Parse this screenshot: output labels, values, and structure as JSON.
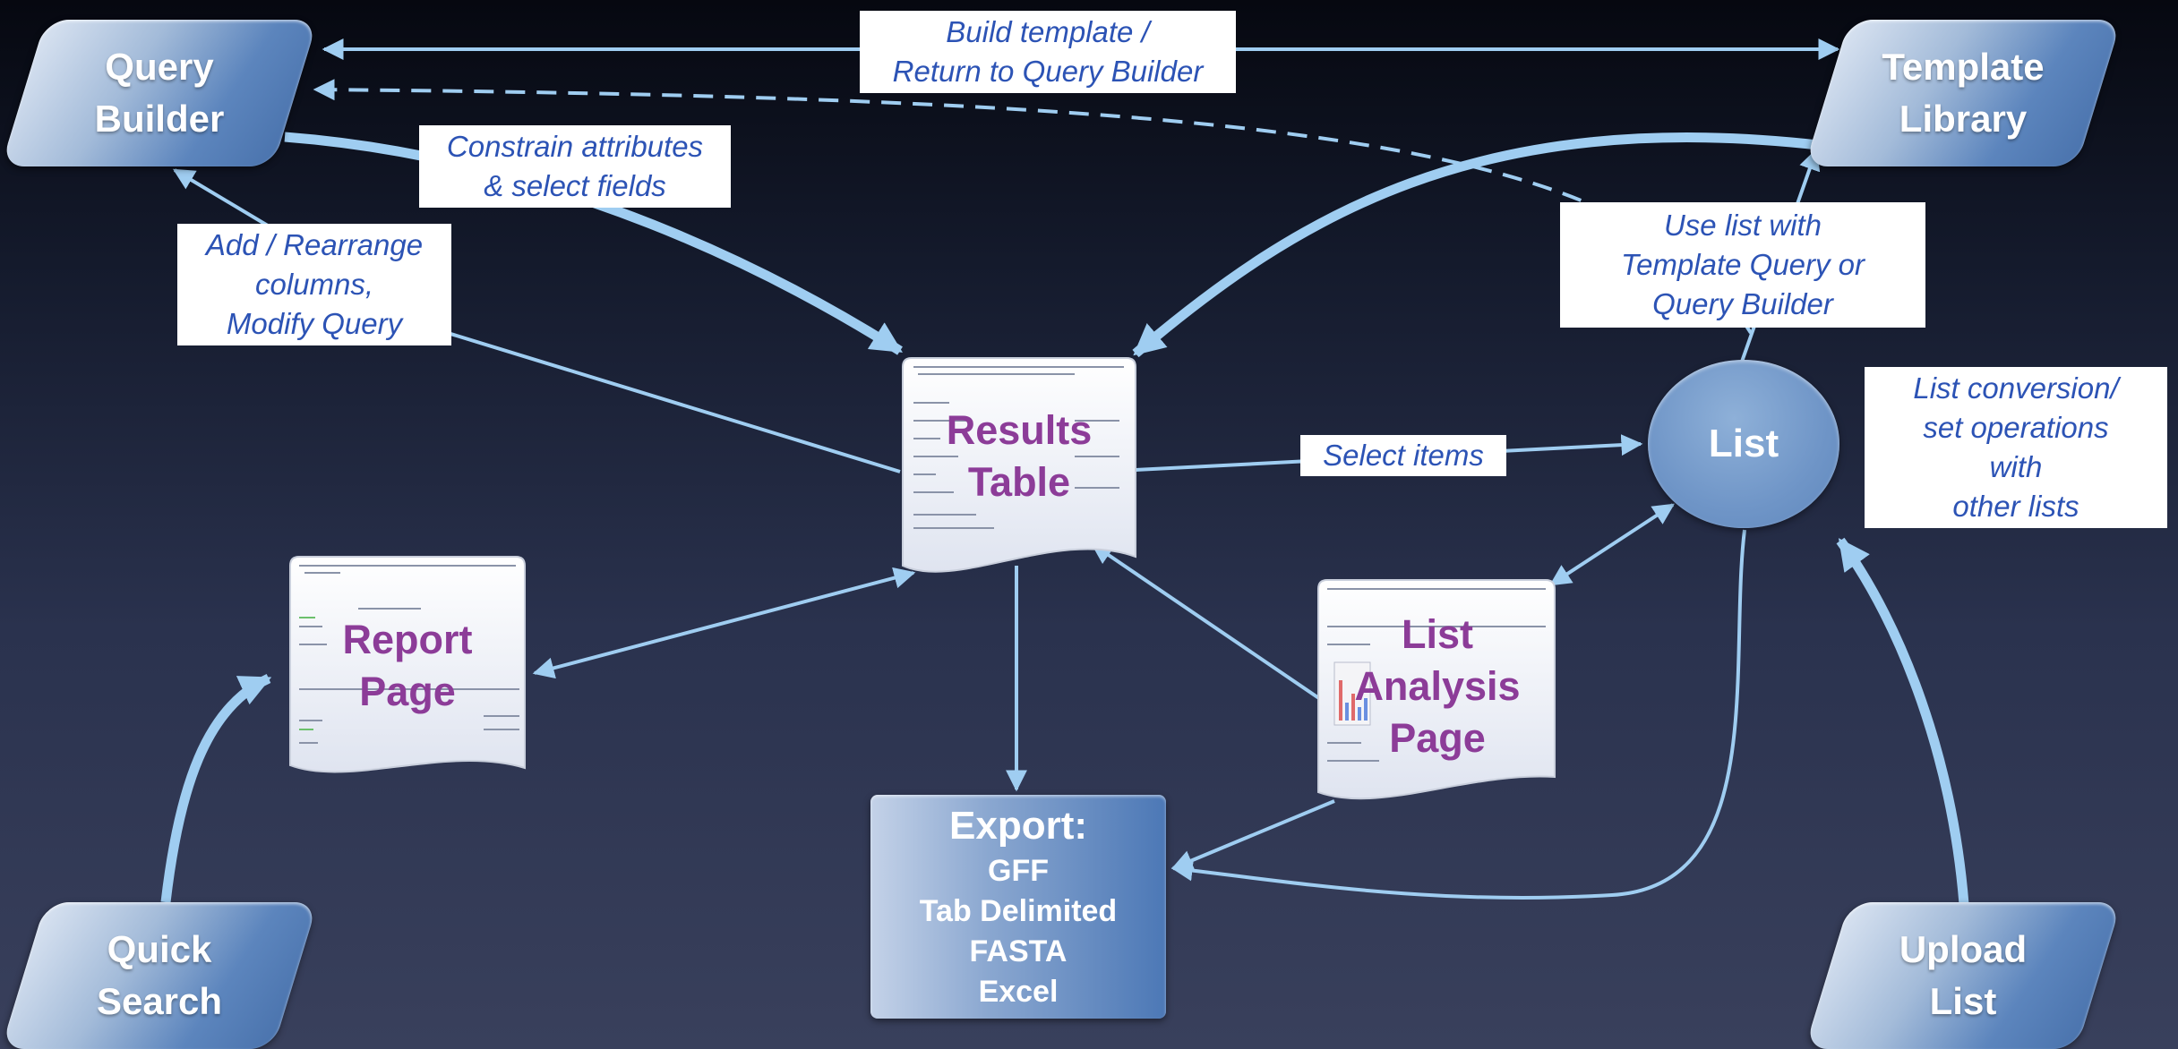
{
  "nodes": {
    "query_builder": [
      "Query",
      "Builder"
    ],
    "template_library": [
      "Template",
      "Library"
    ],
    "quick_search": [
      "Quick",
      "Search"
    ],
    "upload_list": [
      "Upload",
      "List"
    ],
    "results_table": [
      "Results",
      "Table"
    ],
    "report_page": [
      "Report",
      "Page"
    ],
    "list_analysis_page": [
      "List",
      "Analysis",
      "Page"
    ],
    "list": "List",
    "export": {
      "title": "Export:",
      "formats": [
        "GFF",
        "Tab Delimited",
        "FASTA",
        "Excel"
      ]
    }
  },
  "labels": {
    "build_template": [
      "Build template /",
      "Return to Query Builder"
    ],
    "constrain_attributes": [
      "Constrain attributes",
      "& select fields"
    ],
    "add_rearrange": [
      "Add / Rearrange",
      "columns,",
      "Modify Query"
    ],
    "use_list": [
      "Use list with",
      "Template Query or",
      "Query Builder"
    ],
    "list_conversion": [
      "List conversion/",
      "set operations",
      "with",
      "other lists"
    ],
    "select_items": "Select items"
  },
  "colors": {
    "arrow": "#9fcdf1",
    "label_text": "#2c53b5",
    "document_text": "#8c3c98",
    "node_blue": "#5c85bd"
  }
}
